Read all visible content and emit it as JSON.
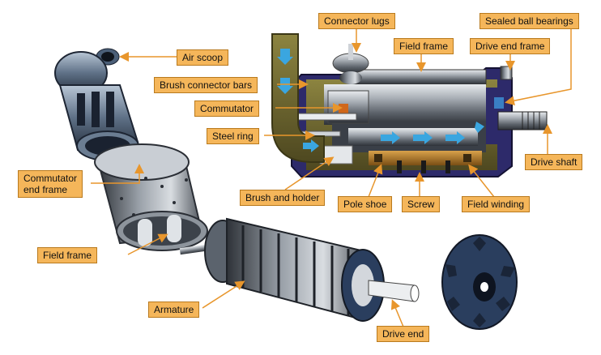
{
  "labels": {
    "connector_lugs": "Connector lugs",
    "sealed_ball_bearings": "Sealed ball bearings",
    "air_scoop": "Air scoop",
    "field_frame_top": "Field frame",
    "drive_end_frame": "Drive end frame",
    "brush_connector_bars": "Brush connector bars",
    "commutator": "Commutator",
    "steel_ring": "Steel ring",
    "drive_shaft": "Drive shaft",
    "commutator_end_frame": "Commutator\nend frame",
    "brush_and_holder": "Brush and holder",
    "pole_shoe": "Pole shoe",
    "screw": "Screw",
    "field_winding": "Field winding",
    "field_frame_left": "Field frame",
    "armature": "Armature",
    "drive_end": "Drive end"
  },
  "colors": {
    "label_fill": "#f5b65a",
    "leader_line": "#e8962c",
    "air_flow": "#3aa6e0",
    "housing_dark": "#2d2a6a",
    "casing_olive": "#6a6230"
  }
}
